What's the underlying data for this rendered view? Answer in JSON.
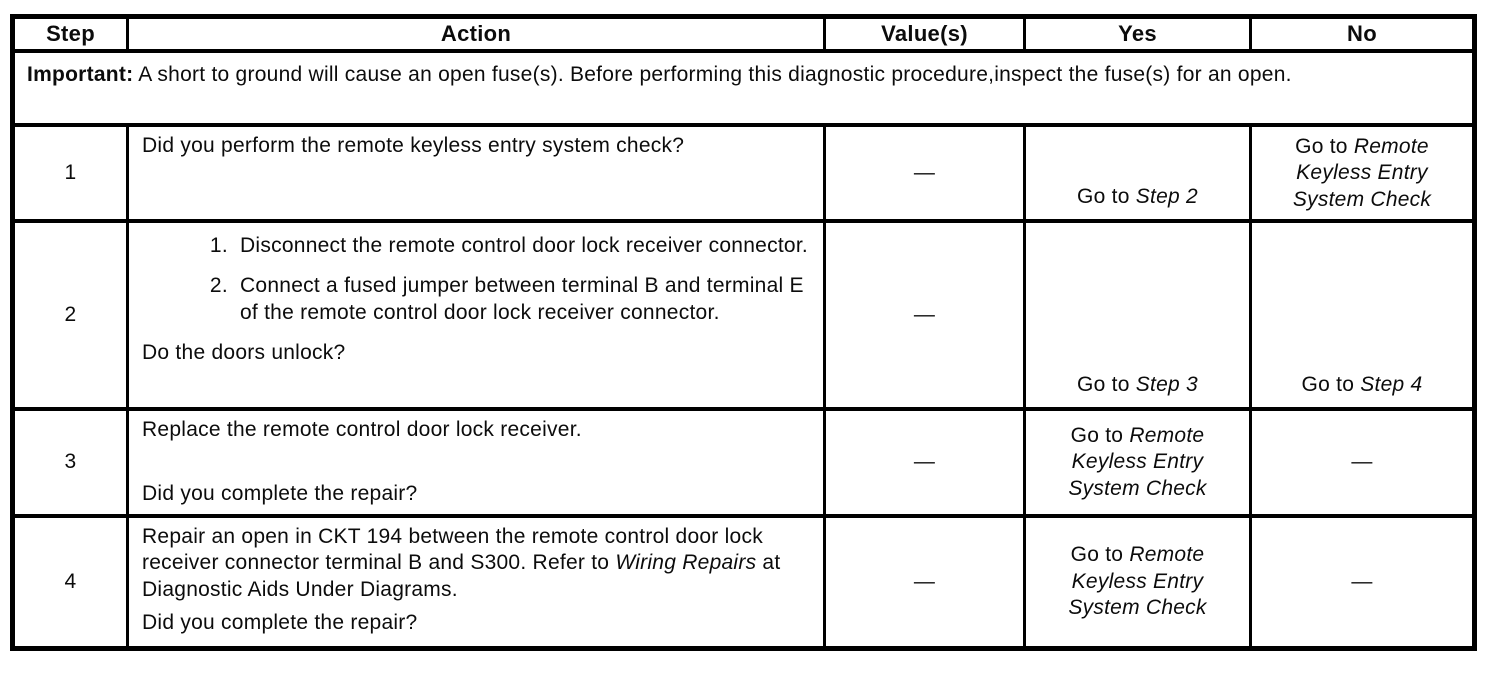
{
  "page": {
    "background": "#ffffff",
    "ink": "#0c0c0c"
  },
  "table": {
    "headers": {
      "step": "Step",
      "action": "Action",
      "value": "Value(s)",
      "yes": "Yes",
      "no": "No"
    },
    "important": {
      "label": "Important:",
      "text": " A short to ground will cause an open fuse(s). Before performing this diagnostic procedure,inspect the fuse(s) for an open."
    },
    "dash": "—",
    "rows": [
      {
        "step": "1",
        "action": {
          "question": "Did you perform the remote keyless entry system check?"
        },
        "value": "—",
        "yes": [
          {
            "t": "Go to "
          },
          {
            "t": "Step 2",
            "i": true
          }
        ],
        "no": [
          {
            "t": "Go to "
          },
          {
            "t": "Remote Keyless Entry System Check",
            "i": true
          }
        ]
      },
      {
        "step": "2",
        "action": {
          "list": [
            "Disconnect the remote control door lock receiver connector.",
            "Connect a fused jumper between terminal B and terminal E of the remote control door lock receiver connector."
          ],
          "question": "Do the doors unlock?"
        },
        "value": "—",
        "yes": [
          {
            "t": "Go to "
          },
          {
            "t": "Step 3",
            "i": true
          }
        ],
        "no": [
          {
            "t": "Go to "
          },
          {
            "t": "Step 4",
            "i": true
          }
        ]
      },
      {
        "step": "3",
        "action": {
          "text": "Replace the remote control door lock receiver.",
          "question": "Did you complete the repair?"
        },
        "value": "—",
        "yes": [
          {
            "t": "Go to "
          },
          {
            "t": "Remote Keyless Entry System Check",
            "i": true
          }
        ],
        "no": "—"
      },
      {
        "step": "4",
        "action": {
          "paragraph": [
            {
              "t": "Repair an open in CKT 194 between the remote control door lock receiver connector terminal B and S300. Refer to "
            },
            {
              "t": "Wiring Repairs",
              "i": true
            },
            {
              "t": " at Diagnostic Aids Under Diagrams."
            }
          ],
          "question": "Did you complete the repair?"
        },
        "value": "—",
        "yes": [
          {
            "t": "Go to "
          },
          {
            "t": "Remote Keyless Entry System Check",
            "i": true
          }
        ],
        "no": "—"
      }
    ]
  }
}
